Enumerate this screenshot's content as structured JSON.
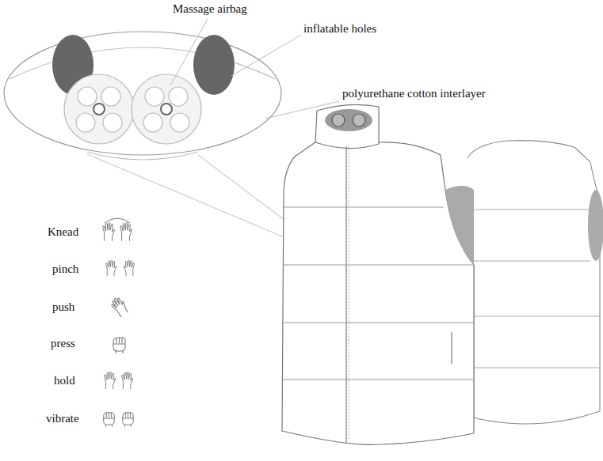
{
  "diagram": {
    "labels": [
      "Massage airbag",
      "inflatable holes",
      "polyurethane cotton interlayer",
      "Knead",
      "pinch",
      "push",
      "press",
      "hold",
      "vibrate"
    ]
  }
}
